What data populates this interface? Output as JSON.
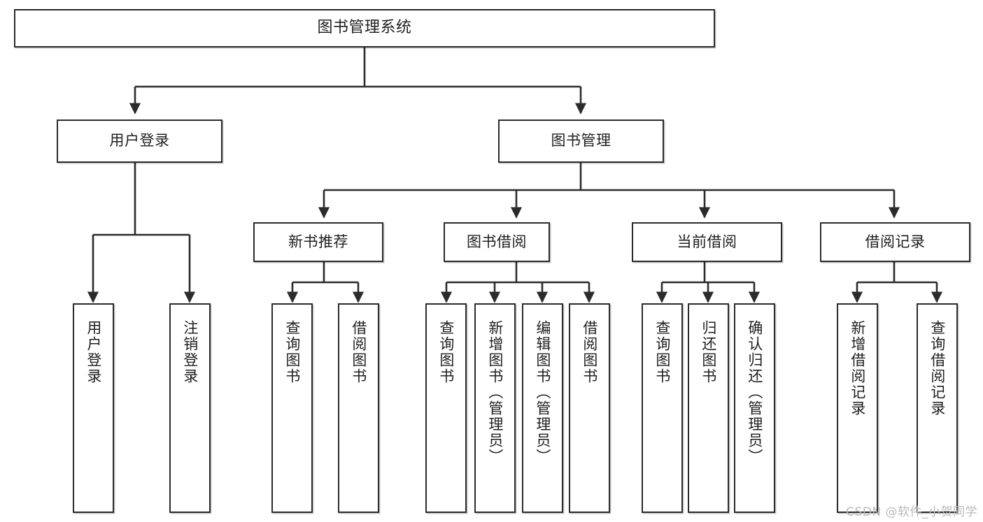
{
  "diagram": {
    "type": "tree",
    "title": "图书管理系统",
    "watermark": "CSDN @软件_小贺同学",
    "colors": {
      "box_border": "#2b2b2b",
      "box_fill": "#ffffff",
      "edge": "#2b2b2b",
      "text": "#1f1f1f",
      "watermark": "#b9b9b9"
    },
    "levels": {
      "root": "图书管理系统",
      "level2": [
        "用户登录",
        "图书管理"
      ],
      "level3": [
        "新书推荐",
        "图书借阅",
        "当前借阅",
        "借阅记录"
      ]
    },
    "nodes": {
      "root": {
        "label": "图书管理系统"
      },
      "user_login": {
        "label": "用户登录"
      },
      "book_mgmt": {
        "label": "图书管理"
      },
      "new_book_rec": {
        "label": "新书推荐"
      },
      "book_borrow": {
        "label": "图书借阅"
      },
      "current_borrow": {
        "label": "当前借阅"
      },
      "borrow_record": {
        "label": "借阅记录"
      },
      "leaf_user_login": {
        "label": "用户登录"
      },
      "leaf_logout": {
        "label": "注销登录"
      },
      "leaf_query_book_1": {
        "label": "查询图书"
      },
      "leaf_borrow_book_1": {
        "label": "借阅图书"
      },
      "leaf_query_book_2": {
        "label": "查询图书"
      },
      "leaf_add_book": {
        "label": "新增图书（管理员）"
      },
      "leaf_edit_book": {
        "label": "编辑图书（管理员）"
      },
      "leaf_borrow_book_2": {
        "label": "借阅图书"
      },
      "leaf_query_book_3": {
        "label": "查询图书"
      },
      "leaf_return_book": {
        "label": "归还图书"
      },
      "leaf_confirm_return": {
        "label": "确认归还（管理员）"
      },
      "leaf_add_record": {
        "label": "新增借阅记录"
      },
      "leaf_query_record": {
        "label": "查询借阅记录"
      }
    },
    "edges": [
      {
        "from": "root",
        "to": "user_login"
      },
      {
        "from": "root",
        "to": "book_mgmt"
      },
      {
        "from": "user_login",
        "to": "leaf_user_login"
      },
      {
        "from": "user_login",
        "to": "leaf_logout"
      },
      {
        "from": "book_mgmt",
        "to": "new_book_rec"
      },
      {
        "from": "book_mgmt",
        "to": "book_borrow"
      },
      {
        "from": "book_mgmt",
        "to": "current_borrow"
      },
      {
        "from": "book_mgmt",
        "to": "borrow_record"
      },
      {
        "from": "new_book_rec",
        "to": "leaf_query_book_1"
      },
      {
        "from": "new_book_rec",
        "to": "leaf_borrow_book_1"
      },
      {
        "from": "book_borrow",
        "to": "leaf_query_book_2"
      },
      {
        "from": "book_borrow",
        "to": "leaf_add_book"
      },
      {
        "from": "book_borrow",
        "to": "leaf_edit_book"
      },
      {
        "from": "book_borrow",
        "to": "leaf_borrow_book_2"
      },
      {
        "from": "current_borrow",
        "to": "leaf_query_book_3"
      },
      {
        "from": "current_borrow",
        "to": "leaf_return_book"
      },
      {
        "from": "current_borrow",
        "to": "leaf_confirm_return"
      },
      {
        "from": "borrow_record",
        "to": "leaf_add_record"
      },
      {
        "from": "borrow_record",
        "to": "leaf_query_record"
      }
    ]
  }
}
